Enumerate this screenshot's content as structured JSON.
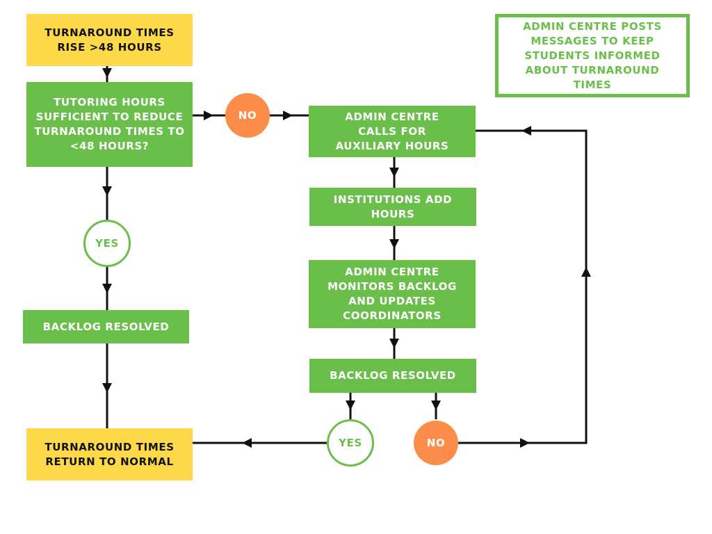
{
  "colors": {
    "yellow": "#fdd94a",
    "green": "#6abf4b",
    "orange": "#fb8c4a",
    "line": "#111111"
  },
  "nodes": {
    "start": "TURNAROUND TIMES RISE >48 HOURS",
    "decision": "TUTORING HOURS SUFFICIENT TO REDUCE TURNAROUND TIMES TO <48 HOURS?",
    "resolved_left": "BACKLOG RESOLVED",
    "end": "TURNAROUND TIMES RETURN TO NORMAL",
    "auxiliary": "ADMIN CENTRE CALLS FOR AUXILIARY HOURS",
    "institutions": "INSTITUTIONS ADD HOURS",
    "monitor": "ADMIN CENTRE MONITORS BACKLOG AND UPDATES COORDINATORS",
    "resolved_right": "BACKLOG RESOLVED",
    "note": "ADMIN CENTRE POSTS MESSAGES TO KEEP STUDENTS INFORMED ABOUT TURNAROUND TIMES"
  },
  "labels": {
    "no_top": "NO",
    "yes_left": "YES",
    "yes_bottom": "YES",
    "no_bottom": "NO"
  }
}
